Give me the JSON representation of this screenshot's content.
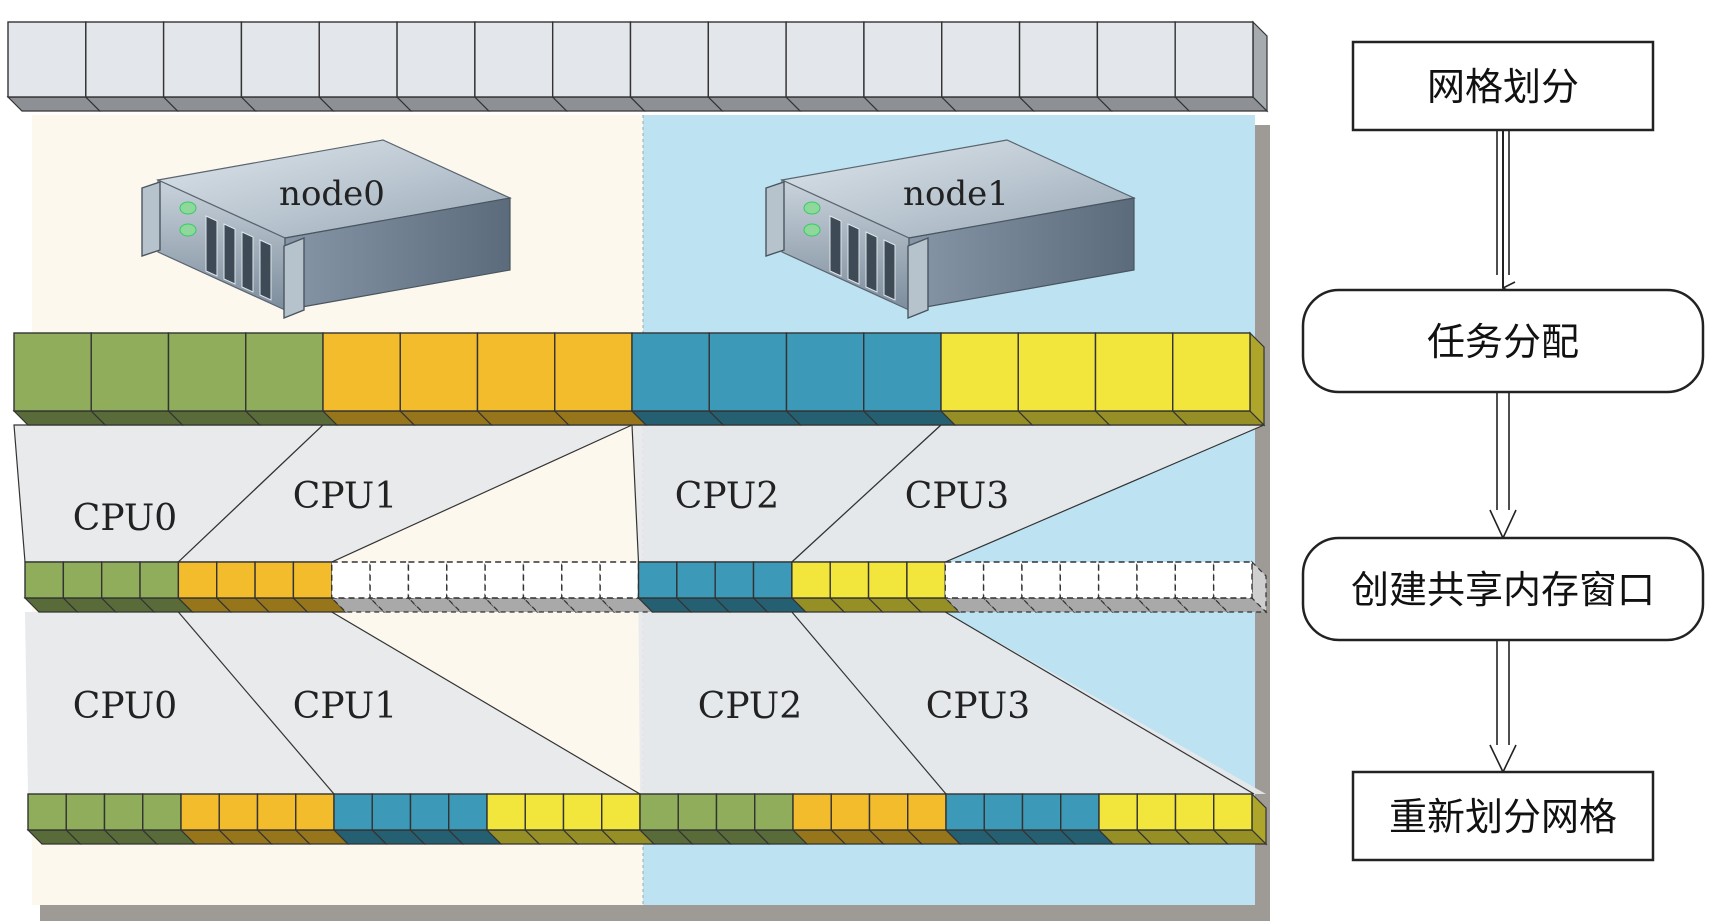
{
  "colors": {
    "green": "#8fad5b",
    "orange": "#f2bc2c",
    "blue": "#3c9ab8",
    "yellow": "#f2e63c",
    "gray_cell": "#e3e6ea",
    "node0_bg": "#fdf8ee",
    "node1_bg": "#bde3f2"
  },
  "nodes": [
    {
      "label": "node0"
    },
    {
      "label": "node1"
    }
  ],
  "cpu_labels_upper": [
    "CPU0",
    "CPU1",
    "CPU2",
    "CPU3"
  ],
  "cpu_labels_lower": [
    "CPU0",
    "CPU1",
    "CPU2",
    "CPU3"
  ],
  "grid": {
    "top_cells": 16,
    "bar1": [
      "green",
      "green",
      "green",
      "green",
      "orange",
      "orange",
      "orange",
      "orange",
      "blue",
      "blue",
      "blue",
      "blue",
      "yellow",
      "yellow",
      "yellow",
      "yellow"
    ],
    "bar2": [
      "green",
      "green",
      "green",
      "green",
      "orange",
      "orange",
      "orange",
      "orange",
      "empty",
      "empty",
      "empty",
      "empty",
      "empty",
      "empty",
      "empty",
      "empty",
      "blue",
      "blue",
      "blue",
      "blue",
      "yellow",
      "yellow",
      "yellow",
      "yellow",
      "empty",
      "empty",
      "empty",
      "empty",
      "empty",
      "empty",
      "empty",
      "empty"
    ],
    "bar3": [
      "green",
      "green",
      "green",
      "green",
      "orange",
      "orange",
      "orange",
      "orange",
      "blue",
      "blue",
      "blue",
      "blue",
      "yellow",
      "yellow",
      "yellow",
      "yellow",
      "green",
      "green",
      "green",
      "green",
      "orange",
      "orange",
      "orange",
      "orange",
      "blue",
      "blue",
      "blue",
      "blue",
      "yellow",
      "yellow",
      "yellow",
      "yellow"
    ]
  },
  "flow": {
    "steps": [
      {
        "label": "网格划分",
        "shape": "rect"
      },
      {
        "label": "任务分配",
        "shape": "rounded"
      },
      {
        "label": "创建共享内存窗口",
        "shape": "rounded"
      },
      {
        "label": "重新划分网格",
        "shape": "rect"
      }
    ]
  }
}
